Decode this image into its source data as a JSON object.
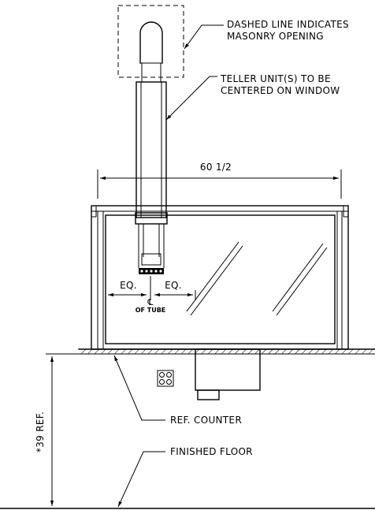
{
  "notes": {
    "masonry_line1": "DASHED LINE INDICATES",
    "masonry_line2": "MASONRY OPENING",
    "teller_line1": "TELLER UNIT(S) TO BE",
    "teller_line2": "CENTERED ON WINDOW",
    "ref_counter": "REF. COUNTER",
    "finished_floor": "FINISHED FLOOR"
  },
  "dimensions": {
    "width": "60 1/2",
    "eq_left": "EQ.",
    "eq_right": "EQ.",
    "cl_symbol": "℄",
    "of_tube": "OF TUBE",
    "height_ref": "*39 REF."
  }
}
